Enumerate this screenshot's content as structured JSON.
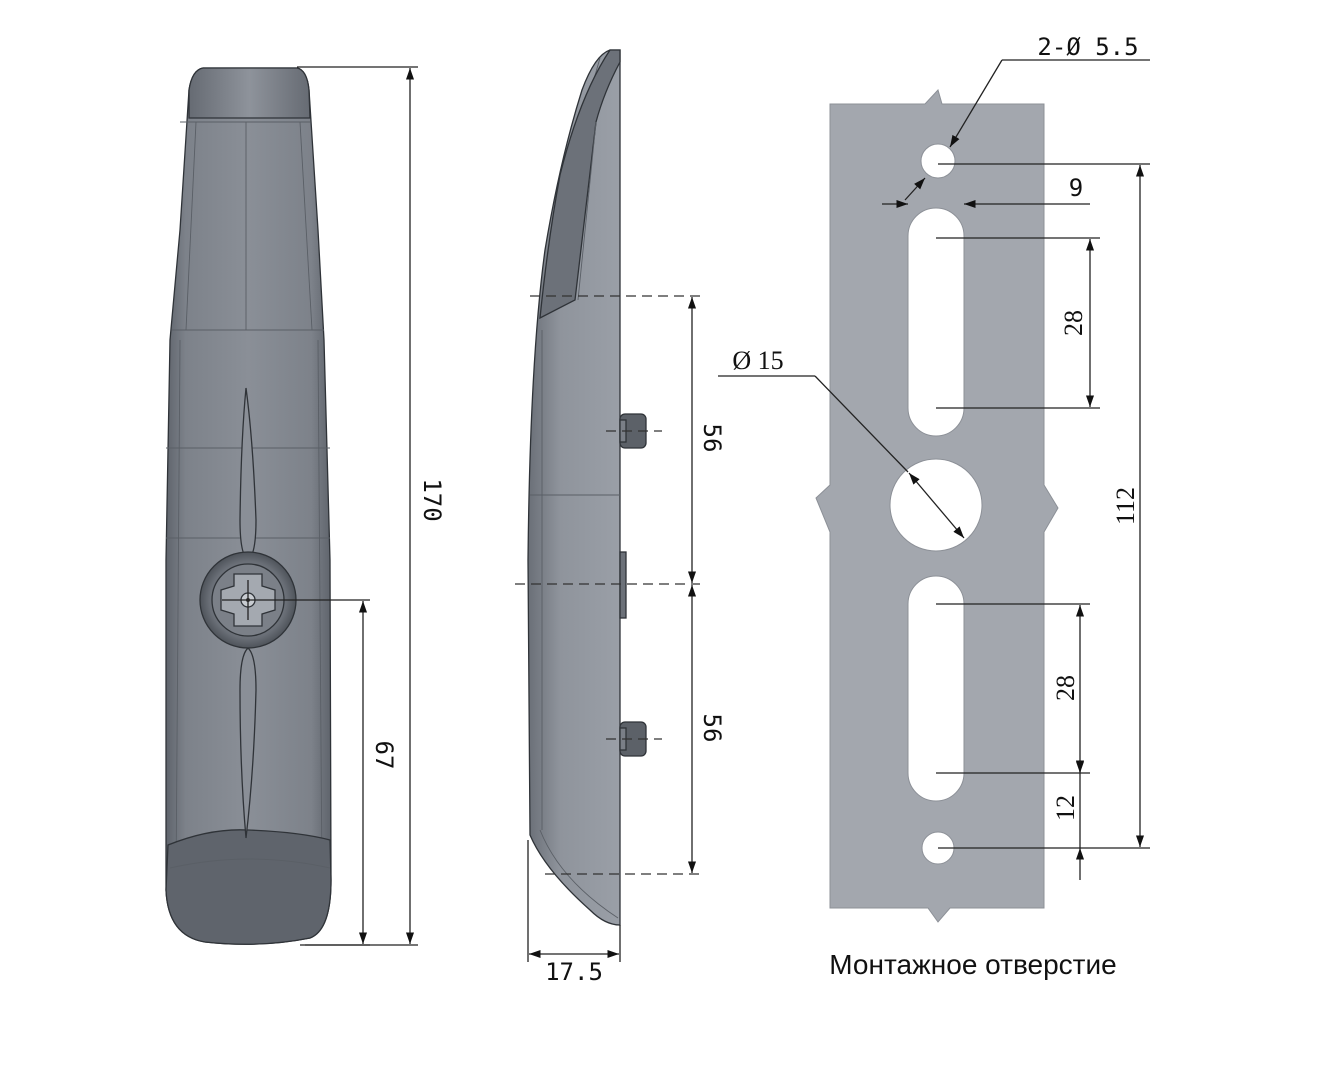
{
  "front_view": {
    "dim_total_height": "170",
    "dim_center_height": "67"
  },
  "side_view": {
    "dim_upper_spacing": "56",
    "dim_lower_spacing": "56",
    "dim_depth": "17.5"
  },
  "mounting_plate": {
    "dim_small_hole": "2-Ø 5.5",
    "dim_edge_offset": "9",
    "dim_upper_slot": "28",
    "dim_center_hole": "Ø 15",
    "dim_total_span": "112",
    "dim_lower_slot": "28",
    "dim_bottom_offset": "12",
    "caption": "Монтажное отверстие"
  },
  "colors": {
    "body_dark": "#6f747c",
    "body_light": "#9aa0a8",
    "plate": "#a3a7ae",
    "line": "#222222"
  }
}
